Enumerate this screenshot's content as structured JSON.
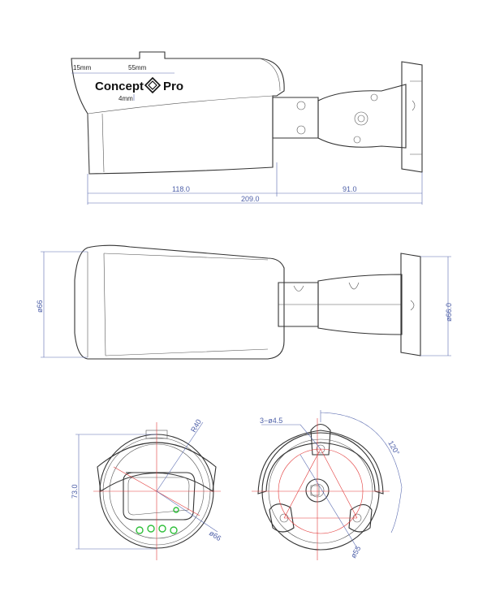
{
  "brand": {
    "name_left": "Concept",
    "name_right": "Pro",
    "logo_icon": "diamond-logo-icon"
  },
  "side_view": {
    "dim_15": "15mm",
    "dim_55": "55mm",
    "dim_4": "4mm",
    "dim_118": "118.0",
    "dim_91": "91.0",
    "dim_209": "209.0"
  },
  "top_view": {
    "dia_left": "ø66",
    "dia_right": "ø66.0"
  },
  "front_view": {
    "radius": "R40",
    "height": "73.0",
    "dia": "ø66"
  },
  "mount_view": {
    "holes": "3−ø4.5",
    "angle": "120°",
    "dia": "ø55"
  },
  "colors": {
    "dimension": "#4d5fa8",
    "centerline": "#e23a3a",
    "ir_led": "#2fbf3a",
    "outline": "#333333"
  }
}
